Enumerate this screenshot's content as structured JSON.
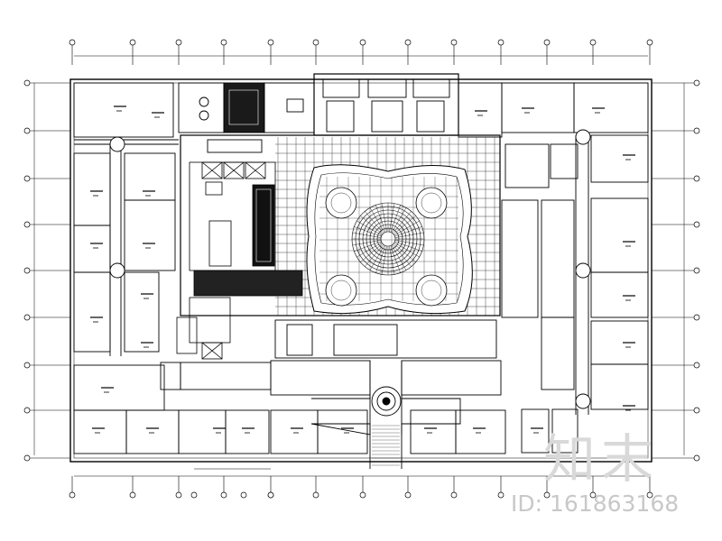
{
  "drawing": {
    "kind": "architectural floor plan",
    "line_color": "#000000",
    "background": "#ffffff"
  },
  "watermark": {
    "logo": "知末",
    "id_text": "ID: 161863168",
    "color": "#cccccc"
  }
}
